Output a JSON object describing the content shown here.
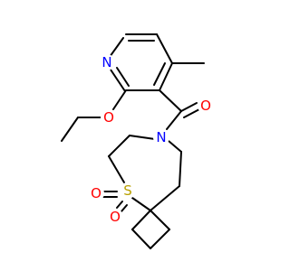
{
  "molecule": {
    "atoms": [
      {
        "id": "N_py",
        "label": "N",
        "color": "#0000ff"
      },
      {
        "id": "O_eth",
        "label": "O",
        "color": "#ff0000"
      },
      {
        "id": "O_co",
        "label": "O",
        "color": "#ff0000"
      },
      {
        "id": "N_am",
        "label": "N",
        "color": "#0000ff"
      },
      {
        "id": "S",
        "label": "S",
        "color": "#b8a000"
      },
      {
        "id": "O_s1",
        "label": "O",
        "color": "#ff0000"
      },
      {
        "id": "O_s2",
        "label": "O",
        "color": "#ff0000"
      }
    ],
    "bond_color": "#000000"
  }
}
